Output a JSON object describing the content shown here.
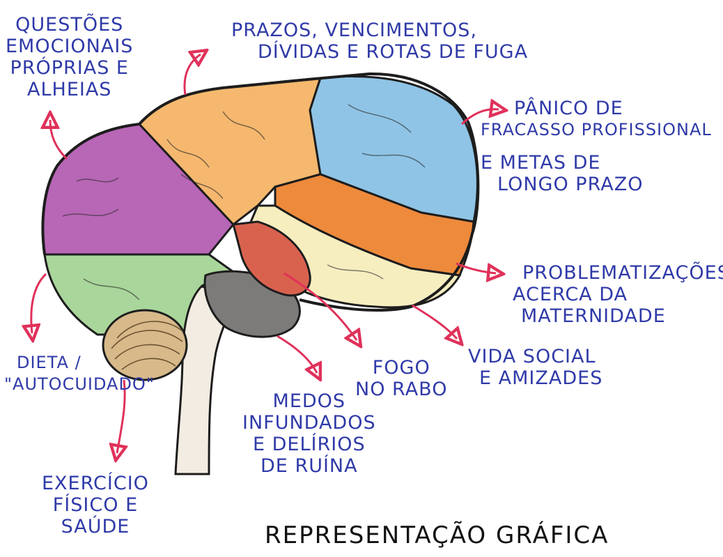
{
  "regions": [
    {
      "id": "purple",
      "color": "#b866b6"
    },
    {
      "id": "orange",
      "color": "#f5b86e"
    },
    {
      "id": "blue",
      "color": "#8fc4e6"
    },
    {
      "id": "dark-orange",
      "color": "#ee8a3c"
    },
    {
      "id": "yellow",
      "color": "#f7eec0"
    },
    {
      "id": "red",
      "color": "#d9624f"
    },
    {
      "id": "green",
      "color": "#a9d69a"
    },
    {
      "id": "gray",
      "color": "#7d7b79"
    },
    {
      "id": "cerebellum",
      "color": "#d7b98a"
    }
  ],
  "colors": {
    "arrow": "#e0315a",
    "text": "#2f3aa8",
    "outline": "#1d1d1d"
  },
  "labels": {
    "emocionais": [
      "QUESTÕES",
      "EMOCIONAIS",
      "PRÓPRIAS E",
      "ALHEIAS"
    ],
    "prazos": [
      "PRAZOS, VENCIMENTOS,",
      "DÍVIDAS E ROTAS DE FUGA"
    ],
    "panico": [
      "PÂNICO DE",
      "FRACASSO PROFISSIONAL",
      "E METAS DE",
      "LONGO PRAZO"
    ],
    "problematizacoes": [
      "PROBLEMATIZAÇÕES",
      "ACERCA DA",
      "MATERNIDADE"
    ],
    "dieta": [
      "DIETA /",
      "\"AUTOCUIDADO\""
    ],
    "exercicio": [
      "EXERCÍCIO",
      "FÍSICO E",
      "SAÚDE"
    ],
    "medos": [
      "MEDOS",
      "INFUNDADOS",
      "E DELÍRIOS",
      "DE RUÍNA"
    ],
    "fogo": [
      "FOGO",
      "NO RABO"
    ],
    "vida_social": [
      "VIDA SOCIAL",
      "E AMIZADES"
    ]
  },
  "caption": "REPRESENTAÇÃO GRÁFICA"
}
